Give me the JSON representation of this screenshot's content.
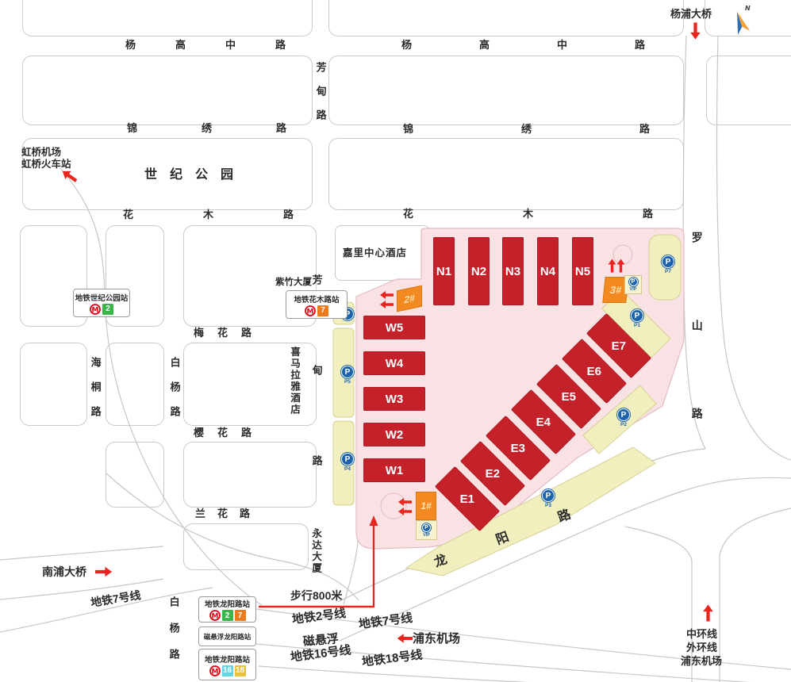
{
  "compass": {
    "n": "N"
  },
  "roads": {
    "yanggao": "杨高中路",
    "jinxiu": "锦绣路",
    "huamu": "花木路",
    "fangdian": "芳甸路",
    "meihua": "梅花路",
    "yinghua": "樱花路",
    "lanhua": "兰花路",
    "haitong": "海桐路",
    "baiyang": "白杨路",
    "luoshan": "罗山路",
    "longyang": "龙阳路"
  },
  "places": {
    "century_park": "世纪公园",
    "kerry_hotel": "嘉里中心酒店",
    "zizhu_tower": "紫竹大厦",
    "himalaya_hotel": "喜马拉雅酒店",
    "yongda_tower": "永达大厦",
    "yangpu_bridge": "杨浦大桥",
    "nanpu_bridge": "南浦大桥",
    "hongqiao_airport": "虹桥机场",
    "hongqiao_rail": "虹桥火车站",
    "pudong_airport": "浦东机场",
    "zhonghuan": "中环线",
    "waihuan": "外环线",
    "walk_note": "步行800米"
  },
  "stations": {
    "century": {
      "name": "地铁世纪公园站",
      "line": "2"
    },
    "huamu": {
      "name": "地铁花木路站",
      "line": "7"
    },
    "ly27": {
      "name": "地铁龙阳路站",
      "l1": "2",
      "l2": "7"
    },
    "maglev": {
      "name": "磁悬浮龙阳路站"
    },
    "ly1618": {
      "name": "地铁龙阳路站",
      "l1": "16",
      "l2": "18"
    }
  },
  "rails": {
    "line2": "地铁2号线",
    "line7": "地铁7号线",
    "maglev": "磁悬浮",
    "line16": "地铁16号线",
    "line18": "地铁18号线",
    "line7_left": "地铁7号线"
  },
  "halls": {
    "north": [
      "N1",
      "N2",
      "N3",
      "N4",
      "N5"
    ],
    "west": [
      "W5",
      "W4",
      "W3",
      "W2",
      "W1"
    ],
    "east": [
      "E1",
      "E2",
      "E3",
      "E4",
      "E5",
      "E6",
      "E7"
    ]
  },
  "gates": {
    "g1": "1#",
    "g2": "2#",
    "g3": "3#"
  },
  "parking": {
    "glyph": "P",
    "p1": "P1",
    "p2": "P2",
    "p3": "P3",
    "p4": "P4",
    "p5": "P5",
    "p7": "P7",
    "vip": "VIP"
  },
  "colors": {
    "hall_red": "#c5212b",
    "gate_orange": "#f28a21",
    "ground_pink": "#f9e2e4",
    "lot_yellow": "#f2efbf",
    "parking_blue": "#1b63ac",
    "metro_logo_red": "#e60012",
    "line2_green": "#3db54a",
    "line7_orange": "#ee7a1e",
    "line16_cyan": "#66d3e3",
    "line18_yellow": "#e9c13e",
    "arrow_red": "#e8251f"
  }
}
